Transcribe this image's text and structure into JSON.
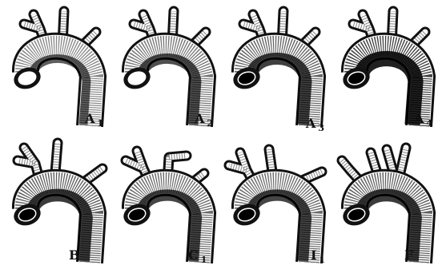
{
  "figure": {
    "panels": [
      {
        "id": "A1",
        "letter": "A",
        "sub": "1",
        "shade": 0.2
      },
      {
        "id": "A2",
        "letter": "A",
        "sub": "2",
        "shade": 0.35
      },
      {
        "id": "A3",
        "letter": "A",
        "sub": "3",
        "shade": 0.5
      },
      {
        "id": "A4",
        "letter": "A",
        "sub": "4",
        "shade": 0.8
      },
      {
        "id": "B",
        "letter": "B",
        "sub": "",
        "shade": 0.55
      },
      {
        "id": "C1",
        "letter": "C",
        "sub": "1",
        "shade": 0.45
      },
      {
        "id": "I1",
        "letter": "I",
        "sub": "1",
        "shade": 0.45
      },
      {
        "id": "F",
        "letter": "F",
        "sub": "",
        "shade": 0.55
      }
    ]
  }
}
